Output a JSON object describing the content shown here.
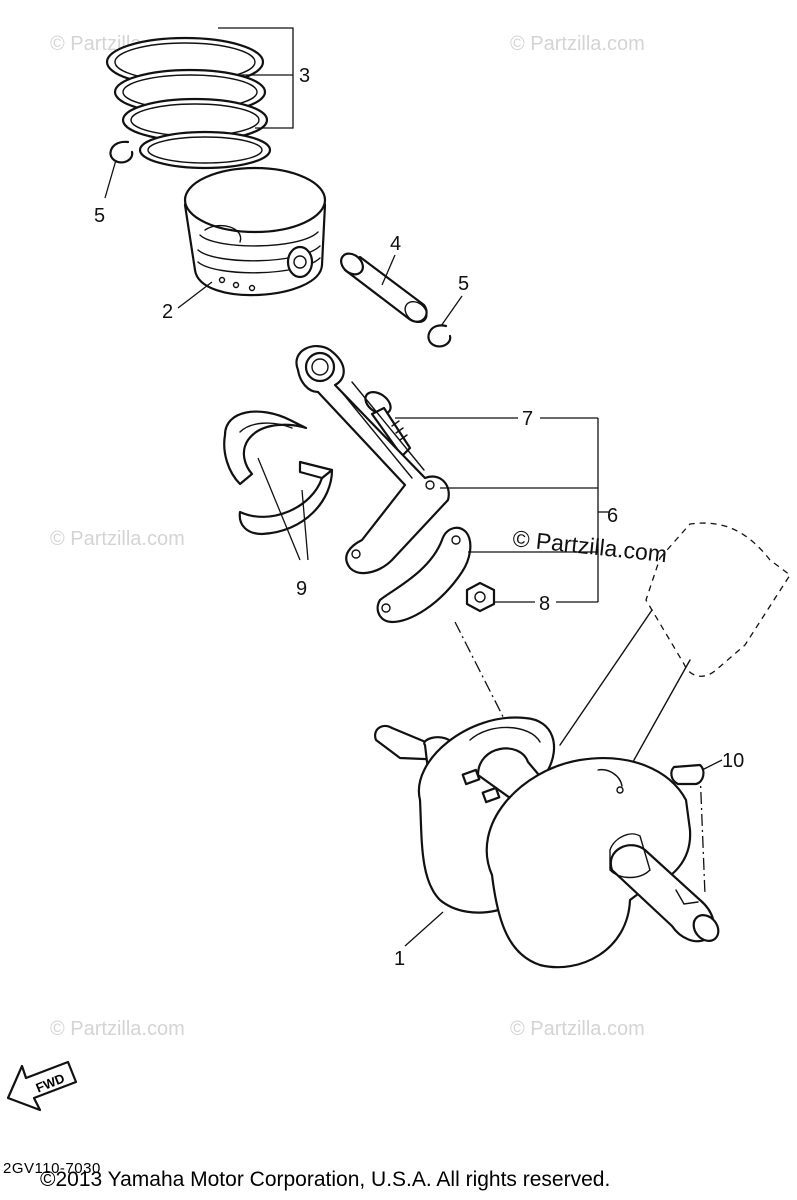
{
  "watermarks": [
    "© Partzilla.com",
    "© Partzilla.com",
    "© Partzilla.com",
    "© Partzilla.com",
    "© Partzilla.com",
    "© Partzilla.com"
  ],
  "center_watermark": "© Partzilla.com",
  "callouts": {
    "c1": "1",
    "c2": "2",
    "c3": "3",
    "c4": "4",
    "c5a": "5",
    "c5b": "5",
    "c6": "6",
    "c7": "7",
    "c8": "8",
    "c9": "9",
    "c10": "10"
  },
  "fwd_label": "FWD",
  "diagram_code": "2GV110-7030",
  "copyright": "©2013 Yamaha Motor Corporation, U.S.A. All rights reserved."
}
